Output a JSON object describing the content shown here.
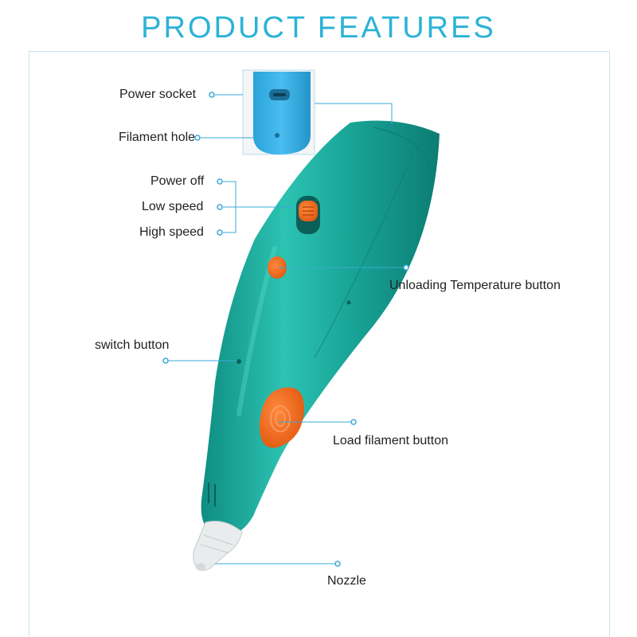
{
  "title": "PRODUCT FEATURES",
  "colors": {
    "title": "#2bb3d6",
    "pen_body": "#1aa79a",
    "accent_button": "#f26a1b",
    "callout_line": "#3aa8d8",
    "inset_bg": "#2fa9df"
  },
  "callouts": [
    {
      "id": "power-socket",
      "text": "Power socket"
    },
    {
      "id": "filament-hole",
      "text": "Filament hole"
    },
    {
      "id": "power-off",
      "text": "Power off"
    },
    {
      "id": "low-speed",
      "text": "Low speed"
    },
    {
      "id": "high-speed",
      "text": "High speed"
    },
    {
      "id": "unloading-temperature-button",
      "text": "Unloading Temperature button"
    },
    {
      "id": "switch-button",
      "text": "switch button"
    },
    {
      "id": "load-filament-button",
      "text": "Load filament button"
    },
    {
      "id": "nozzle",
      "text": "Nozzle"
    }
  ]
}
